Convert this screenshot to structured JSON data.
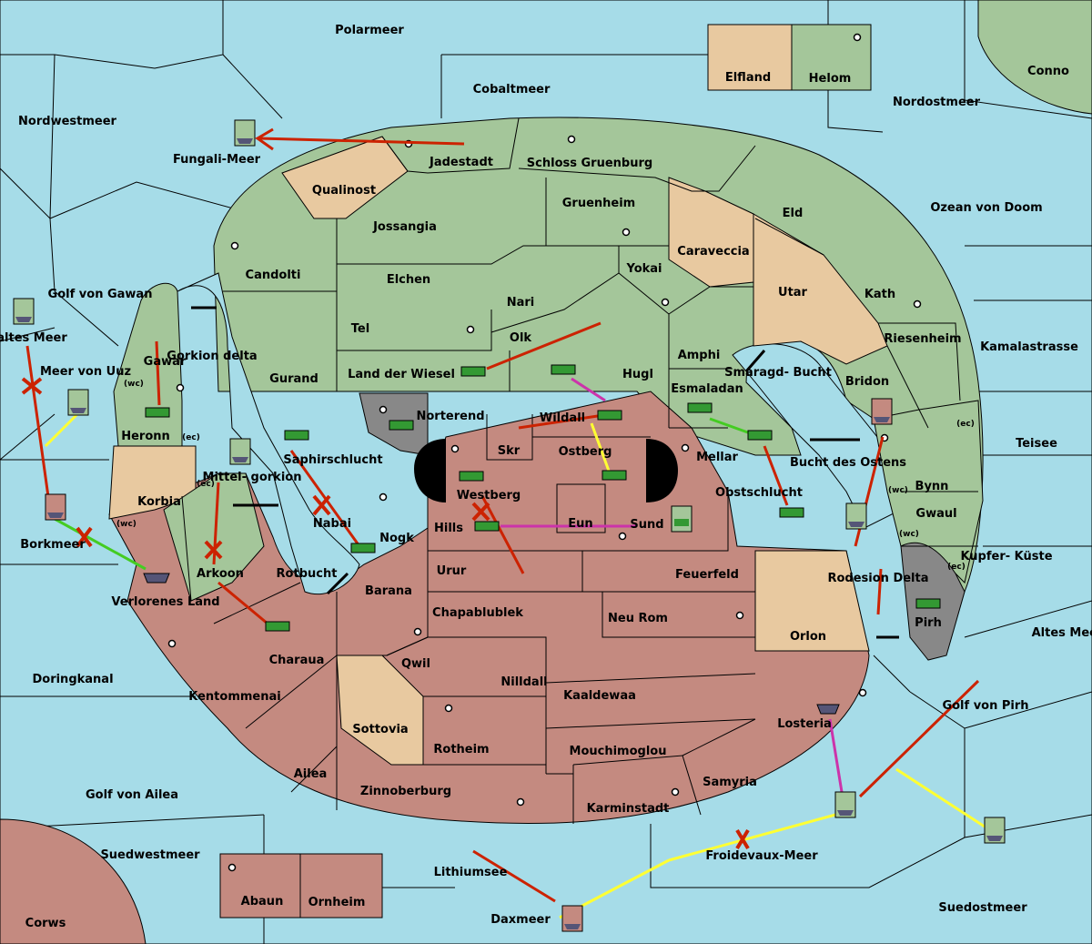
{
  "colors": {
    "sea": "#a6dce8",
    "green_power": "#a4c69a",
    "tan_neutral": "#e8c9a0",
    "red_power": "#c48a80",
    "grey_impassable": "#888888",
    "order_red": "#cc2200",
    "order_yellow": "#ffff33",
    "order_green": "#44cc22",
    "order_magenta": "#cc33aa"
  },
  "sea_labels": {
    "polarmeer": "Polarmeer",
    "cobaltmeer": "Cobaltmeer",
    "nordwestmeer": "Nordwestmeer",
    "nordostmeer": "Nordostmeer",
    "fungali": "Fungali-Meer",
    "ozean": "Ozean von Doom",
    "golf_gawan": "Golf von Gawan",
    "kaltes": "Kaltes Meer",
    "meer_uuz": "Meer von Uuz",
    "gorkion_delta": "Gorkion delta",
    "smaragd": "Smaragd- Bucht",
    "kamalastrasse": "Kamalastrasse",
    "teisee": "Teisee",
    "bucht_ostens": "Bucht des Ostens",
    "mittelgorkion": "Mittel- gorkion",
    "borkmeer": "Borkmeer",
    "rotbucht": "Rotbucht",
    "rodesion": "Rodesion Delta",
    "kupfer": "Kupfer- Küste",
    "altes": "Altes Meer",
    "doringkanal": "Doringkanal",
    "golf_pirh": "Golf von Pirh",
    "golf_ailea": "Golf von Ailea",
    "suedwestmeer": "Suedwestmeer",
    "lithiumsee": "Lithiumsee",
    "froidevaux": "Froidevaux-Meer",
    "suedostmeer": "Suedostmeer",
    "daxmeer": "Daxmeer"
  },
  "land_labels": {
    "elfland": "Elfland",
    "helom": "Helom",
    "conno": "Conno",
    "jadestadt": "Jadestadt",
    "schloss": "Schloss Gruenburg",
    "qualinost": "Qualinost",
    "gruenheim": "Gruenheim",
    "eld": "Eld",
    "jossangia": "Jossangia",
    "caraveccia": "Caraveccia",
    "candolti": "Candolti",
    "elchen": "Elchen",
    "yokai": "Yokai",
    "utar": "Utar",
    "kath": "Kath",
    "nari": "Nari",
    "tel": "Tel",
    "olk": "Olk",
    "riesenheim": "Riesenheim",
    "amphi": "Amphi",
    "gawar": "Gawar",
    "gurand": "Gurand",
    "land_der_wiesel": "Land der Wiesel",
    "hugl": "Hugl",
    "bridon": "Bridon",
    "esmaladan": "Esmaladan",
    "norterend": "Norterend",
    "wildall": "Wildall",
    "heronn": "Heronn",
    "skr": "Skr",
    "ostberg": "Ostberg",
    "mellar": "Mellar",
    "saphirschlucht": "Saphirschlucht",
    "bynn": "Bynn",
    "westberg": "Westberg",
    "obstschlucht": "Obstschlucht",
    "korbia": "Korbia",
    "gwaul": "Gwaul",
    "nabai": "Nabai",
    "hills": "Hills",
    "eun": "Eun",
    "sund": "Sund",
    "nogk": "Nogk",
    "arkoon": "Arkoon",
    "urur": "Urur",
    "feuerfeld": "Feuerfeld",
    "verlorenes": "Verlorenes Land",
    "barana": "Barana",
    "chapablublek": "Chapablublek",
    "neu_rom": "Neu Rom",
    "pirh": "Pirh",
    "orlon": "Orlon",
    "charaua": "Charaua",
    "qwil": "Qwil",
    "nilldall": "Nilldall",
    "kentommenai": "Kentommenai",
    "kaaldewaa": "Kaaldewaa",
    "sottovia": "Sottovia",
    "losteria": "Losteria",
    "rotheim": "Rotheim",
    "mouchimoglou": "Mouchimoglou",
    "ailea": "Ailea",
    "samyria": "Samyria",
    "zinnoberburg": "Zinnoberburg",
    "karminstadt": "Karminstadt",
    "abaun": "Abaun",
    "ornheim": "Ornheim",
    "corws": "Corws"
  },
  "coast_tags": {
    "wc": "(wc)",
    "ec": "(ec)"
  }
}
